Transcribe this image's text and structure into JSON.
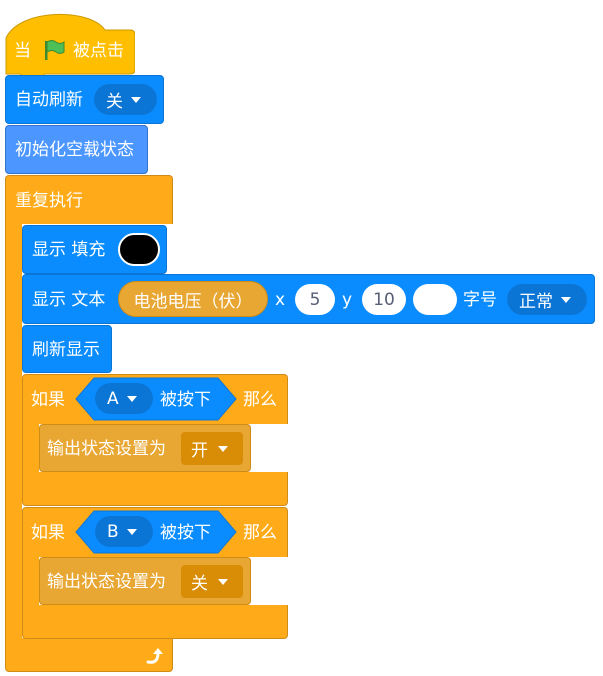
{
  "hat": {
    "prefix": "当",
    "suffix": "被点击",
    "flag_icon": "green-flag-icon"
  },
  "auto_refresh": {
    "label": "自动刷新",
    "value": "关"
  },
  "init_empty": {
    "label": "初始化空载状态"
  },
  "forever": {
    "label": "重复执行",
    "loop_icon": "loop-arrow-icon"
  },
  "show_fill": {
    "label": "显示 填充",
    "color": "#000000"
  },
  "show_text": {
    "label": "显示 文本",
    "text_value": "电池电压（伏）",
    "x_label": "x",
    "x_value": "5",
    "y_label": "y",
    "y_value": "10",
    "extra_value": "",
    "size_label": "字号",
    "size_value": "正常"
  },
  "refresh_display": {
    "label": "刷新显示"
  },
  "if_blocks": [
    {
      "if_label": "如果",
      "button": "A",
      "pressed_label": "被按下",
      "then_label": "那么",
      "action_label": "输出状态设置为",
      "action_value": "开"
    },
    {
      "if_label": "如果",
      "button": "B",
      "pressed_label": "被按下",
      "then_label": "那么",
      "action_label": "输出状态设置为",
      "action_value": "关"
    }
  ],
  "colors": {
    "event_yellow": "#FFBF00",
    "control_orange": "#FFAB19",
    "sensing_blue": "#0A8CFF",
    "display_blue": "#4C97FF",
    "action_orange": "#E8A632"
  }
}
